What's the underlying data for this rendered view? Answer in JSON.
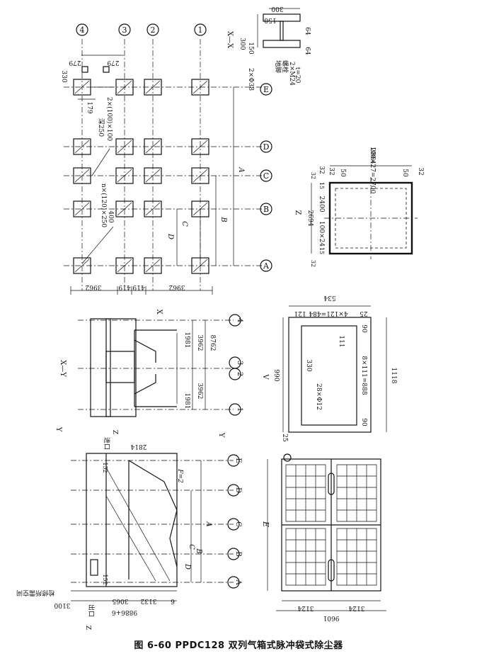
{
  "caption": {
    "figure_no": "图 6-60",
    "title": "PPDC128 双列气箱式脉冲袋式除尘器"
  },
  "axes": {
    "grid_numbers": [
      "4",
      "3",
      "2",
      "1"
    ],
    "grid_letters": [
      "A",
      "B",
      "C",
      "D",
      "E"
    ]
  },
  "plan": {
    "dims_bottom": [
      "3962",
      "419",
      "419",
      "3962"
    ],
    "dims_left": [
      "279",
      "279",
      "330",
      "179"
    ],
    "notes": {
      "pit": "深250",
      "pit_size": "2×(100)×100",
      "opening": "n×(120)×250",
      "offset": "400",
      "bolts": "2×Φ38",
      "bolt_label_1": "地脚",
      "bolt_label_2": "螺栓",
      "bolt_size": "2×M24"
    },
    "dim_letters": [
      "A",
      "B",
      "C",
      "D"
    ]
  },
  "section_xx": {
    "label": "X—X",
    "dims": [
      "300",
      "150",
      "150",
      "300",
      "64",
      "64"
    ],
    "plate": "t=20"
  },
  "elev_xy": {
    "label": "X—Y",
    "marker_x": "X",
    "dims": [
      "1981",
      "3962",
      "8762",
      "3962",
      "1981"
    ]
  },
  "view_z": {
    "label": "Z",
    "dims_top": [
      "32",
      "32",
      "50",
      "100×27=2700",
      "50",
      "32"
    ],
    "overall_top": "2864",
    "dims_side": [
      "15",
      "2400",
      "15",
      "100×24",
      "32",
      "32"
    ],
    "overall_side": "2694"
  },
  "view_v": {
    "label": "V",
    "dims": [
      "534",
      "25",
      "4×121=484",
      "121",
      "990",
      "330",
      "111",
      "90",
      "8×111=888",
      "90",
      "25",
      "1118"
    ],
    "holes": "28×Φ12"
  },
  "elev_yy": {
    "marker_y": "Y",
    "inlet": "进口",
    "outlet": "出口",
    "z_marker": "Z",
    "clear_note": "检修所需空间",
    "dims": [
      "3100",
      "9886+6",
      "3065",
      "3132",
      "6",
      "152",
      "152",
      "2814",
      "F=2"
    ],
    "letters": [
      "A",
      "B",
      "C",
      "D"
    ]
  },
  "bottom_plan": {
    "label": "E",
    "dims": [
      "3124",
      "3124",
      "9601"
    ]
  }
}
